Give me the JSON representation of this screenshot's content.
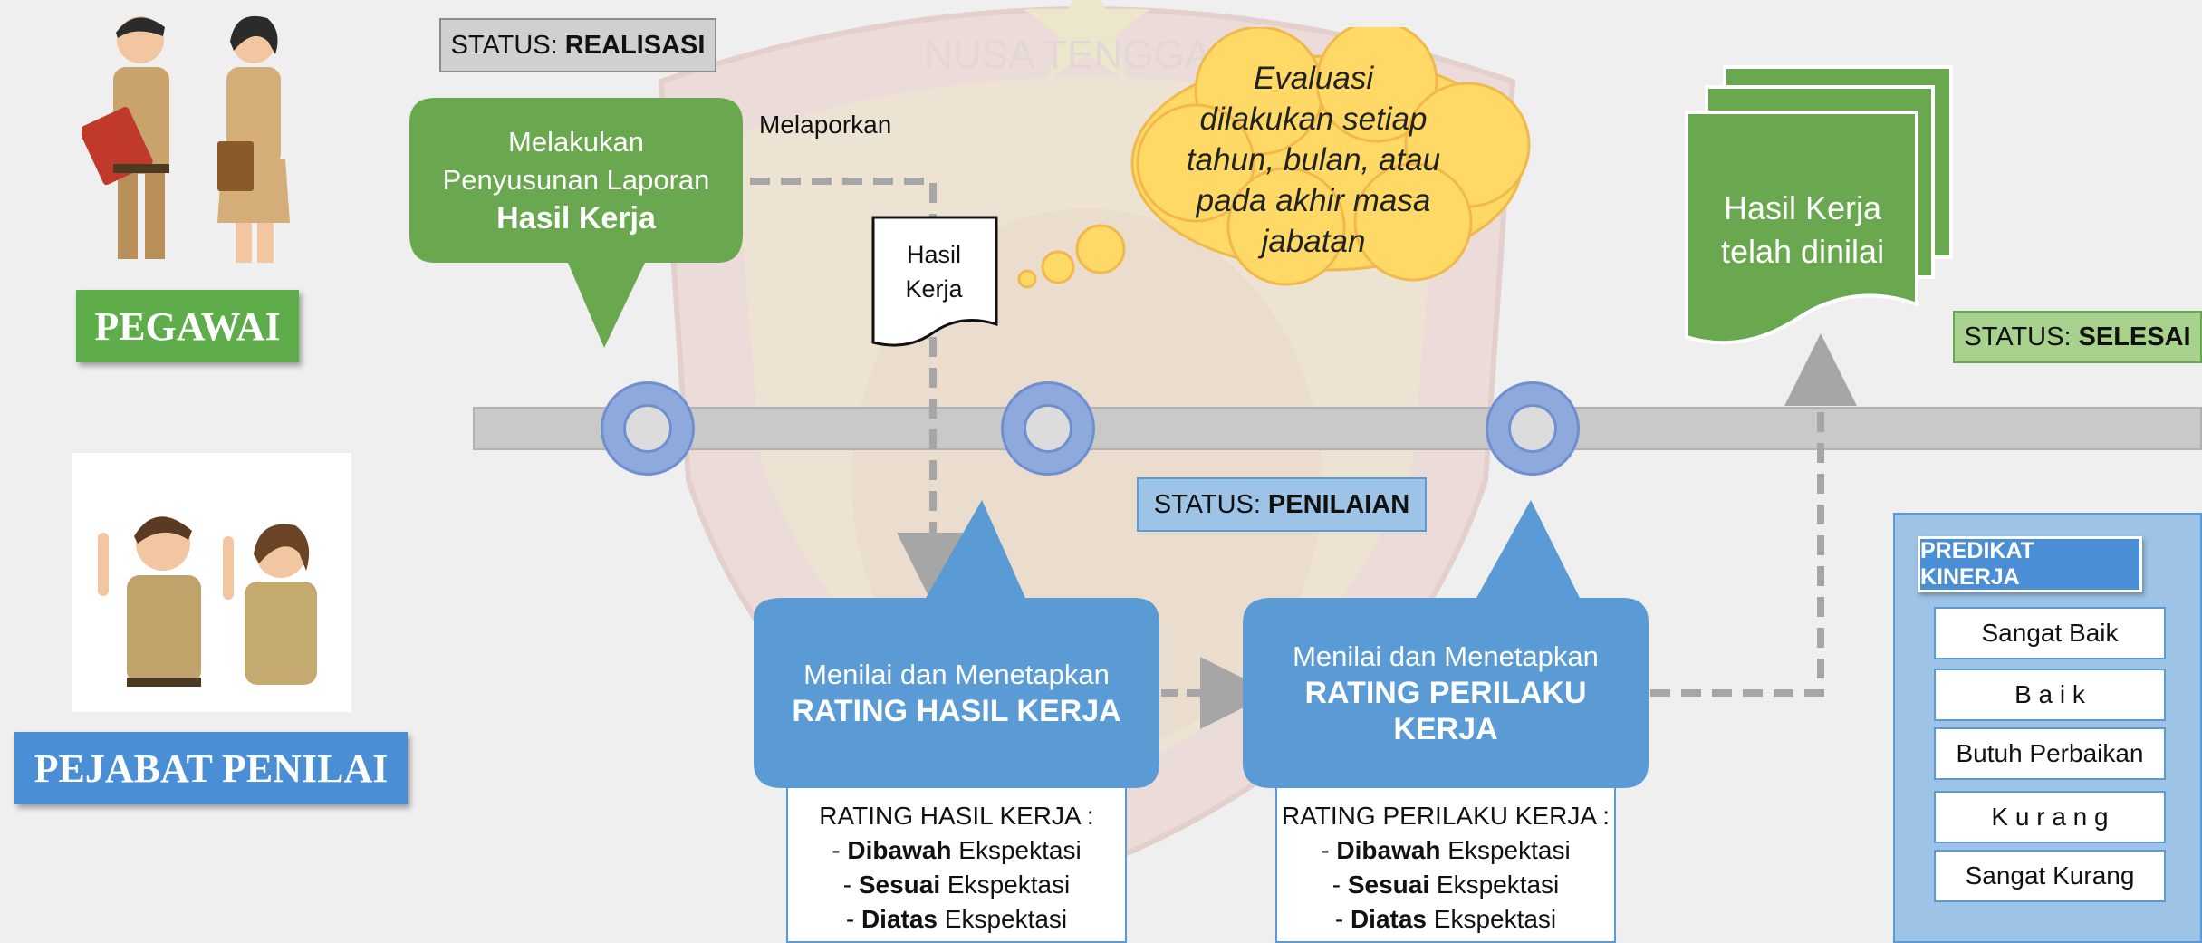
{
  "roles": {
    "pegawai": "PEGAWAI",
    "pejabat_penilai": "PEJABAT PENILAI"
  },
  "status": {
    "realisasi_prefix": "STATUS:",
    "realisasi_value": "REALISASI",
    "penilaian_prefix": "STATUS:",
    "penilaian_value": "PENILAIAN",
    "selesai_prefix": "STATUS:",
    "selesai_value": "SELESAI"
  },
  "step_laporan": {
    "line1": "Melakukan",
    "line2": "Penyusunan Laporan",
    "line3": "Hasil Kerja"
  },
  "melaporkan": "Melaporkan",
  "doc_hasil": {
    "line1": "Hasil",
    "line2": "Kerja"
  },
  "cloud": {
    "line1": "Evaluasi",
    "line2": "dilakukan setiap",
    "line3": "tahun, bulan, atau",
    "line4": "pada akhir masa",
    "line5": "jabatan"
  },
  "hasil_dinilai": {
    "line1": "Hasil Kerja",
    "line2": "telah dinilai"
  },
  "step_rating_hasil": {
    "line1": "Menilai dan Menetapkan",
    "line2": "RATING HASIL KERJA"
  },
  "step_rating_perilaku": {
    "line1": "Menilai dan Menetapkan",
    "line2": "RATING PERILAKU",
    "line3": "KERJA"
  },
  "rating_hasil_box": {
    "title": "RATING HASIL KERJA :",
    "items": [
      {
        "prefix": "- ",
        "bold": "Dibawah",
        "rest": " Ekspektasi"
      },
      {
        "prefix": "- ",
        "bold": "Sesuai",
        "rest": " Ekspektasi"
      },
      {
        "prefix": "- ",
        "bold": "Diatas",
        "rest": " Ekspektasi"
      }
    ]
  },
  "rating_perilaku_box": {
    "title": "RATING PERILAKU KERJA :",
    "items": [
      {
        "prefix": "- ",
        "bold": "Dibawah",
        "rest": " Ekspektasi"
      },
      {
        "prefix": "- ",
        "bold": "Sesuai",
        "rest": " Ekspektasi"
      },
      {
        "prefix": "- ",
        "bold": "Diatas",
        "rest": " Ekspektasi"
      }
    ]
  },
  "predikat": {
    "title": "PREDIKAT KINERJA",
    "items": [
      "Sangat Baik",
      "B a i k",
      "Butuh Perbaikan",
      "K u r a n g",
      "Sangat Kurang"
    ]
  },
  "watermark_text": "NUSA TENGGA",
  "colors": {
    "green": "#6aa84f",
    "blue": "#5b9bd5",
    "node": "#8ea9db",
    "cloud": "#ffd966",
    "status_realisasi": "#d0d0d0",
    "status_penilaian": "#9dc3e6",
    "status_selesai": "#a9d18e"
  }
}
